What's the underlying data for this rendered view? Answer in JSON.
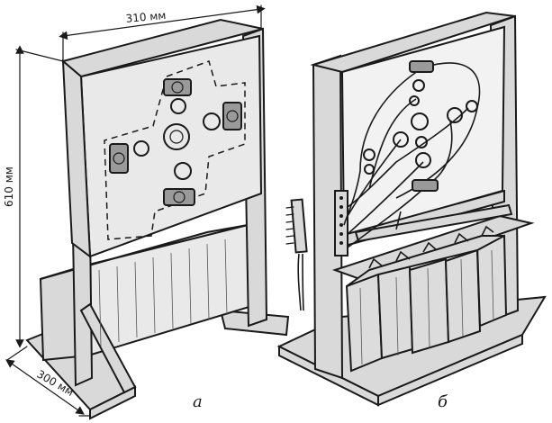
{
  "dimensions": {
    "width_label": "310 мм",
    "height_label": "610 мм",
    "depth_label": "300 мм"
  },
  "labels": {
    "front_view": "а",
    "back_view": "б"
  }
}
